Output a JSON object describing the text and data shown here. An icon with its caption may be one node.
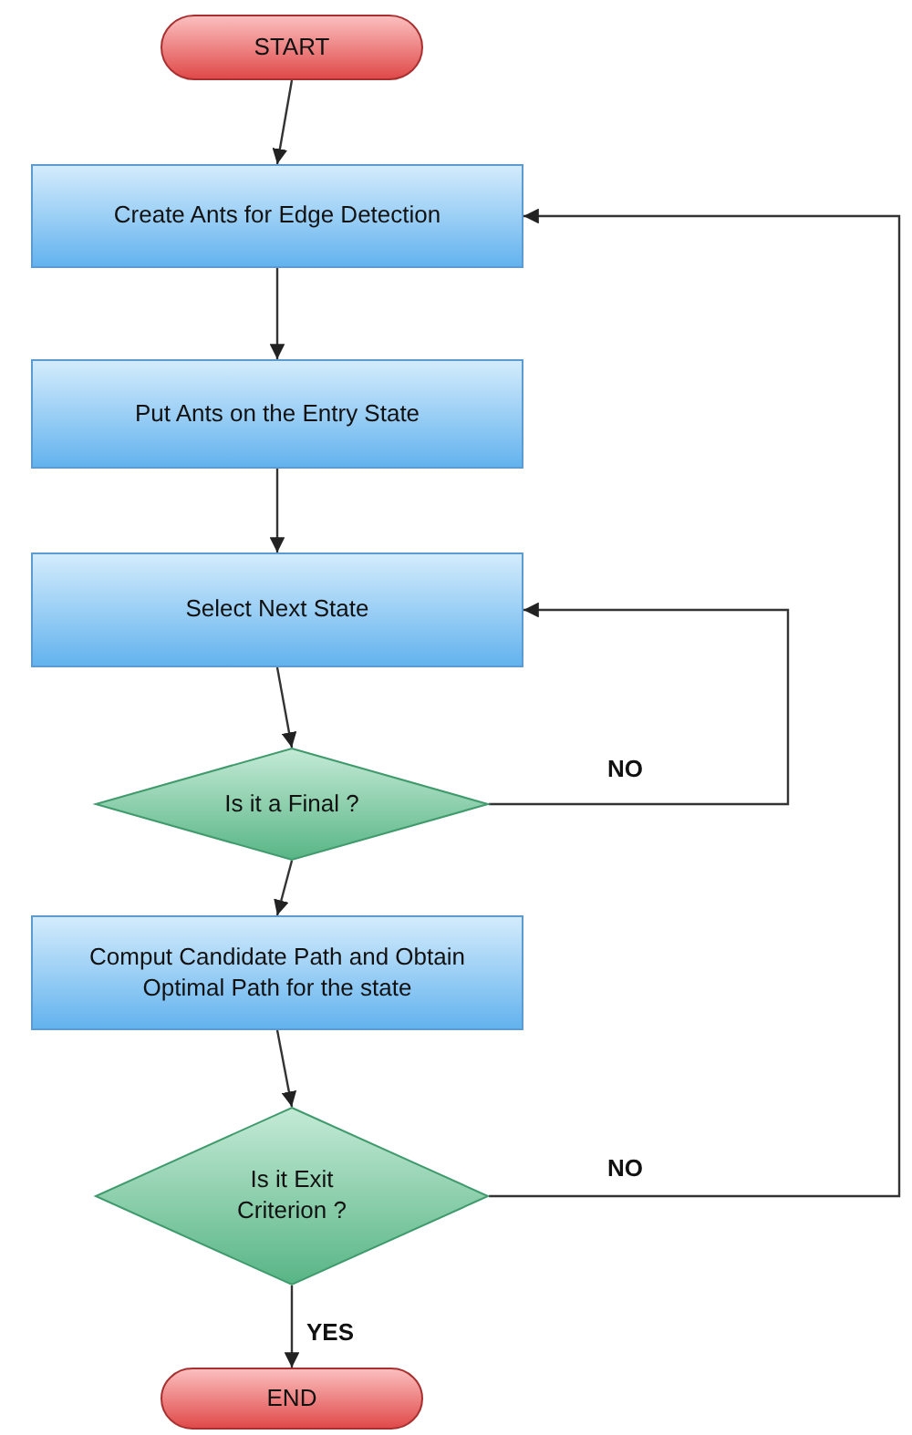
{
  "diagram": {
    "nodes": [
      {
        "text": [
          "START"
        ]
      },
      {
        "text": [
          "Create Ants for Edge Detection"
        ]
      },
      {
        "text": [
          "Put Ants on the Entry State"
        ]
      },
      {
        "text": [
          "Select Next State"
        ]
      },
      {
        "text": [
          "Is it a Final ?"
        ]
      },
      {
        "text": [
          "Comput Candidate Path and Obtain Optimal Path for the state"
        ]
      },
      {
        "text": [
          "Is it Exit Criterion ?"
        ]
      },
      {
        "text": [
          "END"
        ]
      }
    ],
    "edges": [
      {
        "from": 0,
        "to": 1,
        "arrow": "to"
      },
      {
        "from": 1,
        "to": 2,
        "arrow": "to"
      },
      {
        "from": 2,
        "to": 3,
        "arrow": "to"
      },
      {
        "from": 3,
        "to": 4,
        "arrow": "to"
      },
      {
        "from": 4,
        "to": 3,
        "arrow": "to",
        "label": "NO"
      },
      {
        "from": 4,
        "to": 5,
        "arrow": "to"
      },
      {
        "from": 5,
        "to": 6,
        "arrow": "to"
      },
      {
        "from": 6,
        "to": 1,
        "arrow": "to",
        "label": "NO"
      },
      {
        "from": 6,
        "to": 7,
        "arrow": "to",
        "label": "YES"
      }
    ]
  }
}
